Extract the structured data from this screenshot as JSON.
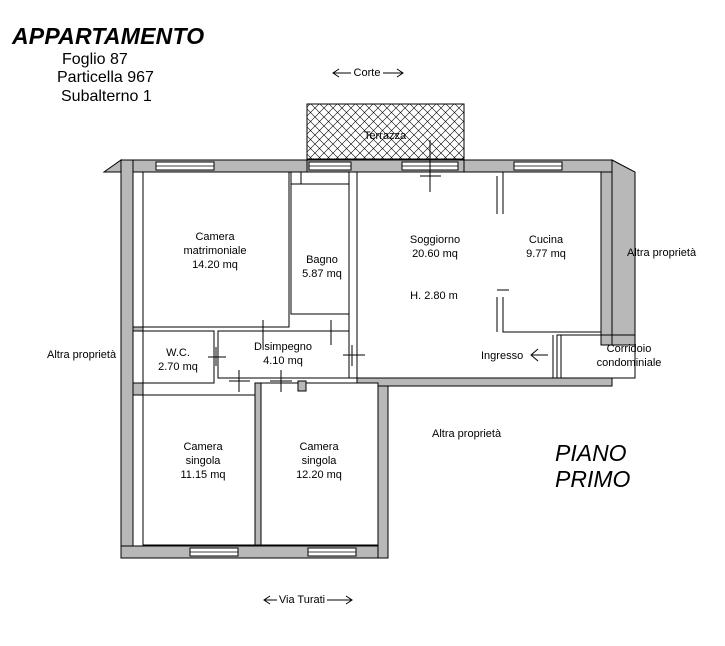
{
  "header": {
    "title": "APPARTAMENTO",
    "lines": [
      "Foglio 87",
      "Particella 967",
      "Subalterno 1"
    ]
  },
  "orientation": {
    "top": "Corte",
    "bottom": "Via Turati"
  },
  "rooms": {
    "terrazza": "Terrazza",
    "camera_matrimoniale": [
      "Camera",
      "matrimoniale",
      "14.20 mq"
    ],
    "bagno": [
      "Bagno",
      "5.87 mq"
    ],
    "soggiorno": [
      "Soggiorno",
      "20.60 mq"
    ],
    "height": "H. 2.80 m",
    "cucina": [
      "Cucina",
      "9.77 mq"
    ],
    "wc": [
      "W.C.",
      "2.70 mq"
    ],
    "disimpegno": [
      "Disimpegno",
      "4.10 mq"
    ],
    "camera_singola_1": [
      "Camera",
      "singola",
      "11.15 mq"
    ],
    "camera_singola_2": [
      "Camera",
      "singola",
      "12.20 mq"
    ]
  },
  "surroundings": {
    "altra_right": "Altra proprietà",
    "altra_left": "Altra proprietà",
    "altra_bottom": "Altra proprietà",
    "ingresso": "Ingresso",
    "corridoio": [
      "Corridoio",
      "condominiale"
    ]
  },
  "floor": [
    "PIANO",
    "PRIMO"
  ]
}
